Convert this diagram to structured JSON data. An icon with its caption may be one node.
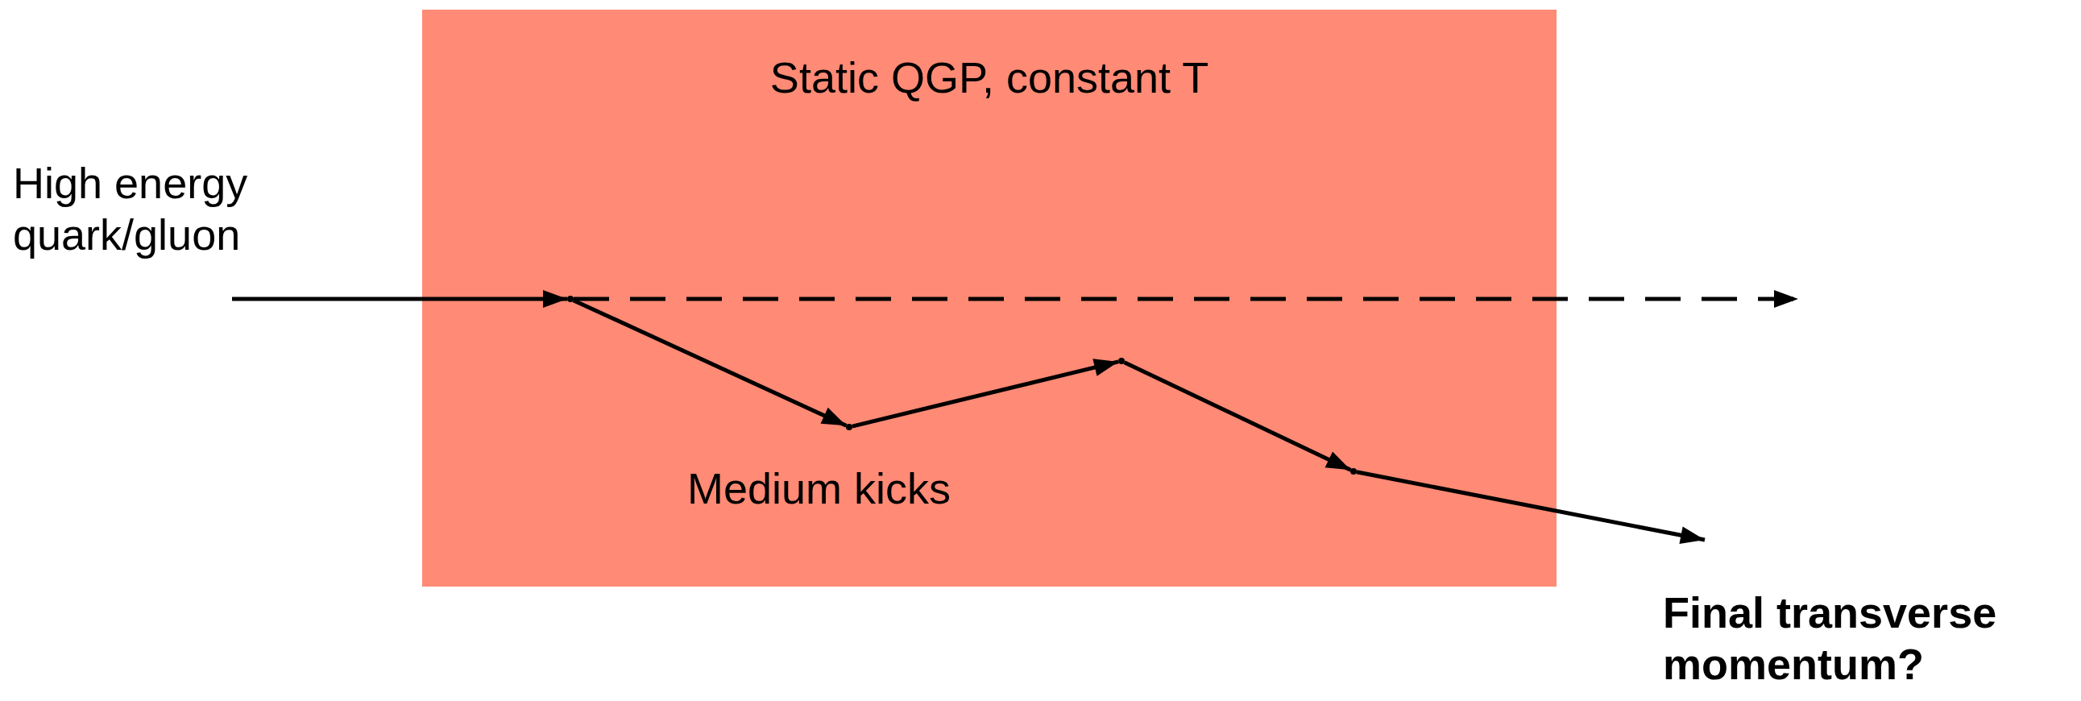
{
  "diagram": {
    "nodes": [
      {
        "text": [
          "Static QGP, constant T"
        ]
      },
      {
        "text": [],
        "shape": "point",
        "in": 0
      },
      {
        "text": [],
        "shape": "point",
        "in": 0
      },
      {
        "text": [],
        "shape": "point",
        "in": 0
      },
      {
        "text": [],
        "shape": "point",
        "in": 0
      }
    ],
    "edges": [
      {
        "from": null,
        "to": 1,
        "arrow": "to"
      },
      {
        "from": 1,
        "to": 2,
        "arrow": "to"
      },
      {
        "from": 2,
        "to": 3,
        "arrow": "to"
      },
      {
        "from": 3,
        "to": 4,
        "arrow": "to"
      },
      {
        "from": 4,
        "to": null,
        "arrow": "to"
      },
      {
        "from": 1,
        "to": null,
        "arrow": "to",
        "style": "dashed"
      }
    ],
    "labels": [
      "High energy quark/gluon",
      "Medium kicks",
      "Final transverse momentum?"
    ]
  }
}
